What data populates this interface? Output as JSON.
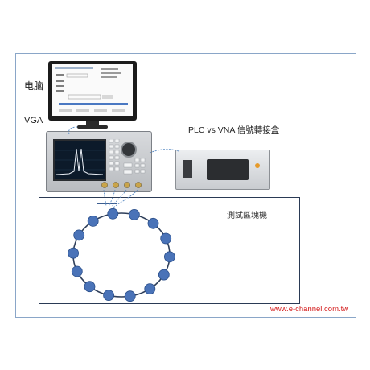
{
  "labels": {
    "computer": "电脑",
    "vga": "VGA",
    "plc_module": "PLC vs VNA 信號轉接盒",
    "dut_area": "測試區塊機",
    "website": "www.e-channel.com.tw"
  },
  "colors": {
    "node_fill": "#4a73b8",
    "node_stroke": "#2b4f8a",
    "ring": "#2f3f5a",
    "url_red": "#d52020",
    "cable": "#5f8fc6"
  },
  "icons": {
    "monitor": "computer-monitor-icon",
    "vna": "network-analyzer-icon",
    "plc": "plc-adapter-box-icon",
    "node": "circle-node-icon"
  },
  "ring_nodes": 14
}
